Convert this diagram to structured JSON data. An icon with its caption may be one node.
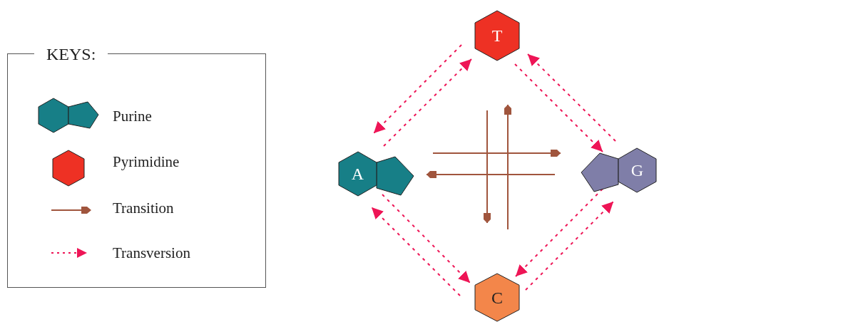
{
  "diagram": {
    "nodes": [
      {
        "text": [
          "T"
        ]
      },
      {
        "text": [
          "A"
        ]
      },
      {
        "text": [
          "G"
        ]
      },
      {
        "text": [
          "C"
        ]
      }
    ],
    "edges": [
      {
        "from": 1,
        "to": 0,
        "arrow": "to",
        "style": "dashed"
      },
      {
        "from": 0,
        "to": 1,
        "arrow": "to",
        "style": "dashed"
      },
      {
        "from": 0,
        "to": 2,
        "arrow": "to",
        "style": "dashed"
      },
      {
        "from": 2,
        "to": 0,
        "arrow": "to",
        "style": "dashed"
      },
      {
        "from": 1,
        "to": 3,
        "arrow": "to",
        "style": "dashed"
      },
      {
        "from": 3,
        "to": 1,
        "arrow": "to",
        "style": "dashed"
      },
      {
        "from": 2,
        "to": 3,
        "arrow": "to",
        "style": "dashed"
      },
      {
        "from": 3,
        "to": 2,
        "arrow": "to",
        "style": "dashed"
      },
      {
        "from": 1,
        "to": 2,
        "arrow": "to",
        "color": "#a0553d"
      },
      {
        "from": 2,
        "to": 1,
        "arrow": "to",
        "color": "#a0553d"
      },
      {
        "from": 0,
        "to": 3,
        "arrow": "to",
        "color": "#a0553d"
      },
      {
        "from": 3,
        "to": 0,
        "arrow": "to",
        "color": "#a0553d"
      }
    ],
    "labels": [
      "KEYS:"
    ],
    "legend": [
      {
        "text": "Purine"
      },
      {
        "text": "Pyrimidine"
      },
      {
        "text": "Transition"
      },
      {
        "text": "Transversion"
      }
    ]
  }
}
